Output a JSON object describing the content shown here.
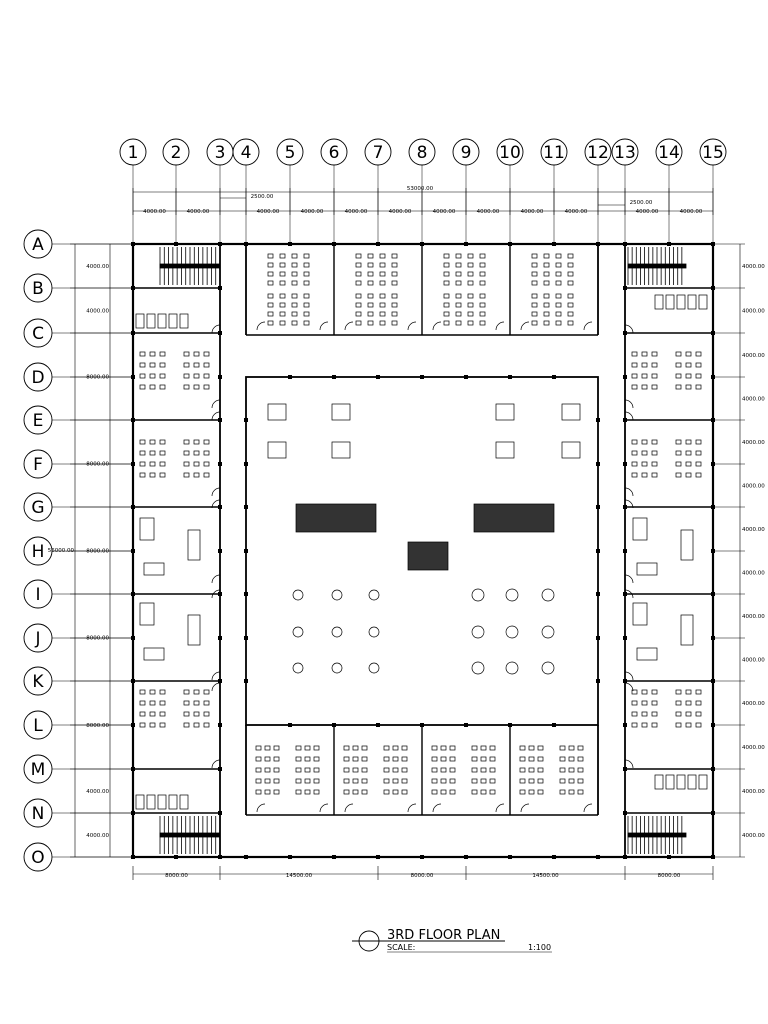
{
  "grid": {
    "columns": [
      "1",
      "2",
      "3",
      "4",
      "5",
      "6",
      "7",
      "8",
      "9",
      "10",
      "11",
      "12",
      "13",
      "14",
      "15"
    ],
    "rows": [
      "A",
      "B",
      "C",
      "D",
      "E",
      "F",
      "G",
      "H",
      "I",
      "J",
      "K",
      "L",
      "M",
      "N",
      "O"
    ]
  },
  "dimensions": {
    "overall_top": "53000.00",
    "top_bays": [
      "4000.00",
      "4000.00",
      "4000.00",
      "4000.00",
      "4000.00",
      "4000.00",
      "4000.00",
      "4000.00",
      "4000.00",
      "4000.00",
      "4000.00",
      "4000.00"
    ],
    "top_offset_left": "2500.00",
    "top_offset_right": "2500.00",
    "left_rows": [
      "4000.00",
      "4000.00",
      "8000.00",
      "8000.00",
      "8000.00",
      "8000.00",
      "8000.00",
      "4000.00",
      "4000.00"
    ],
    "left_overall": "56000.00",
    "right_rows": [
      "4000.00",
      "4000.00",
      "4000.00",
      "4000.00",
      "4000.00",
      "4000.00",
      "4000.00",
      "4000.00",
      "4000.00",
      "4000.00",
      "4000.00",
      "4000.00",
      "4000.00",
      "4000.00"
    ],
    "bottom": [
      "8000.00",
      "14500.00",
      "8000.00",
      "14500.00",
      "8000.00"
    ]
  },
  "title_block": {
    "title": "3RD FLOOR PLAN",
    "scale_label": "SCALE:",
    "scale_value": "1:100"
  }
}
